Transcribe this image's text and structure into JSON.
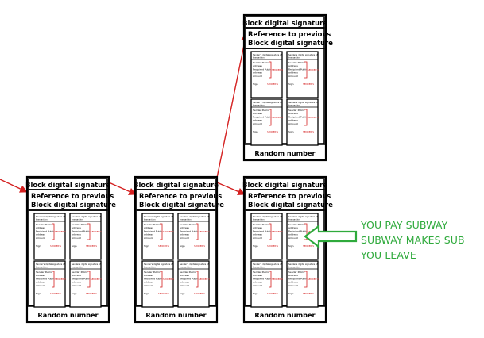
{
  "block": {
    "signature_label": "Block digital signature",
    "reference_label": "Reference to previous Block digital signature",
    "random_label": "Random number",
    "transactions": [
      {
        "header": "Sender's digital signature of transaction",
        "lines": [
          "Sender Public",
          "address",
          "Recipient Public",
          "address",
          "Amount"
        ],
        "sig": "Sign",
        "tag": "SENDER'S"
      },
      {
        "header": "Sender's digital signature of transaction",
        "lines": [
          "Sender Public",
          "address",
          "Recipient Public",
          "address",
          "Amount"
        ],
        "sig": "Sign",
        "tag": "SENDER'S"
      },
      {
        "header": "Sender's digital signature of transaction",
        "lines": [
          "Sender Public",
          "address",
          "Recipient Public",
          "address",
          "Amount"
        ],
        "sig": "Sign",
        "tag": "SENDER'S"
      },
      {
        "header": "Sender's digital signature of transaction",
        "lines": [
          "Sender Public",
          "address",
          "Recipient Public",
          "address",
          "Amount"
        ],
        "sig": "Sign",
        "tag": "SENDER'S"
      }
    ]
  },
  "note": {
    "lines": [
      "YOU PAY SUBWAY",
      "SUBWAY MAKES SUB",
      "YOU LEAVE"
    ]
  },
  "colors": {
    "outline": "#000000",
    "arrow": "#d42020",
    "annotation": "#2faa3c"
  }
}
